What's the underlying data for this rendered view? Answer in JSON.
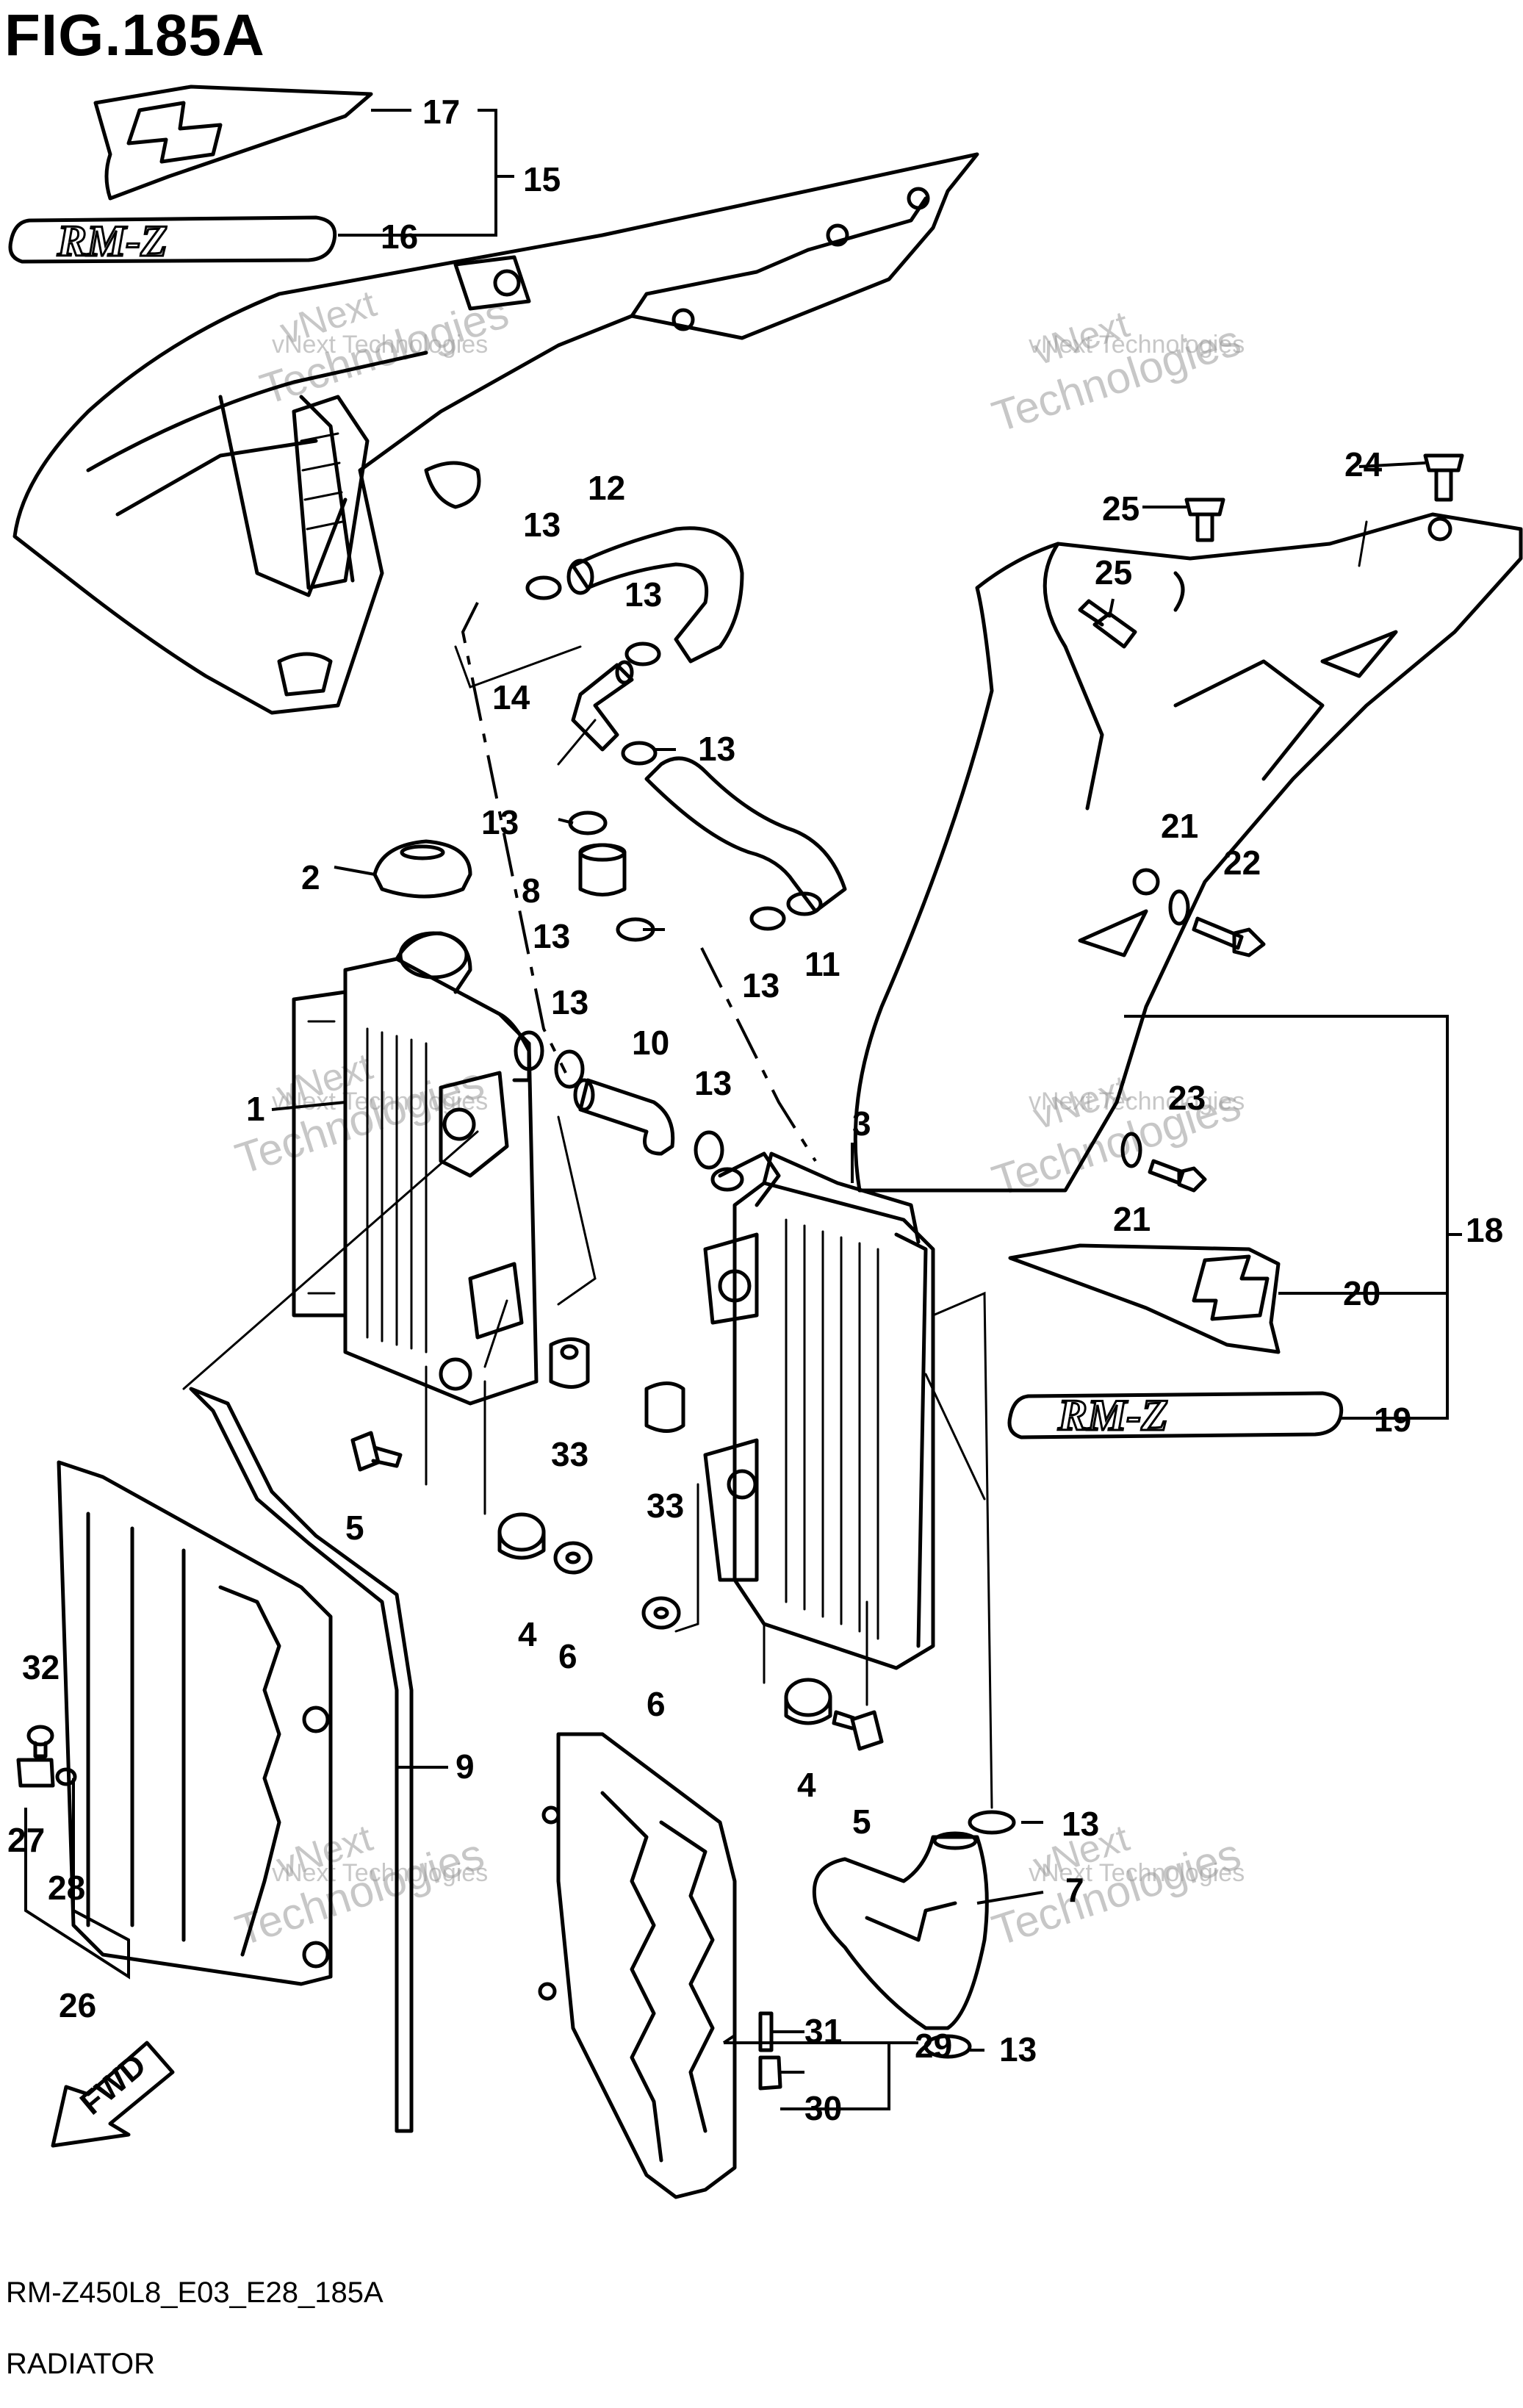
{
  "figure": {
    "title": "FIG.185A",
    "code": "RM-Z450L8_E03_E28_185A",
    "subtitle": "RADIATOR"
  },
  "watermark": {
    "line1": "vNext Technologies",
    "line2": "vNext",
    "line3": "Technologies"
  },
  "direction_label": "FWD",
  "emblem_text": "RM-Z",
  "callouts": [
    {
      "id": "c1",
      "label": "1"
    },
    {
      "id": "c2",
      "label": "2"
    },
    {
      "id": "c3",
      "label": "3"
    },
    {
      "id": "c4a",
      "label": "4"
    },
    {
      "id": "c4b",
      "label": "4"
    },
    {
      "id": "c5a",
      "label": "5"
    },
    {
      "id": "c5b",
      "label": "5"
    },
    {
      "id": "c6a",
      "label": "6"
    },
    {
      "id": "c6b",
      "label": "6"
    },
    {
      "id": "c7",
      "label": "7"
    },
    {
      "id": "c8",
      "label": "8"
    },
    {
      "id": "c9",
      "label": "9"
    },
    {
      "id": "c10",
      "label": "10"
    },
    {
      "id": "c11",
      "label": "11"
    },
    {
      "id": "c12",
      "label": "12"
    },
    {
      "id": "c13a",
      "label": "13"
    },
    {
      "id": "c13b",
      "label": "13"
    },
    {
      "id": "c13c",
      "label": "13"
    },
    {
      "id": "c13d",
      "label": "13"
    },
    {
      "id": "c13e",
      "label": "13"
    },
    {
      "id": "c13f",
      "label": "13"
    },
    {
      "id": "c13g",
      "label": "13"
    },
    {
      "id": "c13h",
      "label": "13"
    },
    {
      "id": "c13i",
      "label": "13"
    },
    {
      "id": "c13j",
      "label": "13"
    },
    {
      "id": "c14",
      "label": "14"
    },
    {
      "id": "c15",
      "label": "15"
    },
    {
      "id": "c16",
      "label": "16"
    },
    {
      "id": "c17",
      "label": "17"
    },
    {
      "id": "c18",
      "label": "18"
    },
    {
      "id": "c19",
      "label": "19"
    },
    {
      "id": "c20",
      "label": "20"
    },
    {
      "id": "c21a",
      "label": "21"
    },
    {
      "id": "c21b",
      "label": "21"
    },
    {
      "id": "c22",
      "label": "22"
    },
    {
      "id": "c23",
      "label": "23"
    },
    {
      "id": "c24",
      "label": "24"
    },
    {
      "id": "c25a",
      "label": "25"
    },
    {
      "id": "c25b",
      "label": "25"
    },
    {
      "id": "c26",
      "label": "26"
    },
    {
      "id": "c27",
      "label": "27"
    },
    {
      "id": "c28",
      "label": "28"
    },
    {
      "id": "c29",
      "label": "29"
    },
    {
      "id": "c30",
      "label": "30"
    },
    {
      "id": "c31",
      "label": "31"
    },
    {
      "id": "c32",
      "label": "32"
    },
    {
      "id": "c33a",
      "label": "33"
    },
    {
      "id": "c33b",
      "label": "33"
    }
  ]
}
